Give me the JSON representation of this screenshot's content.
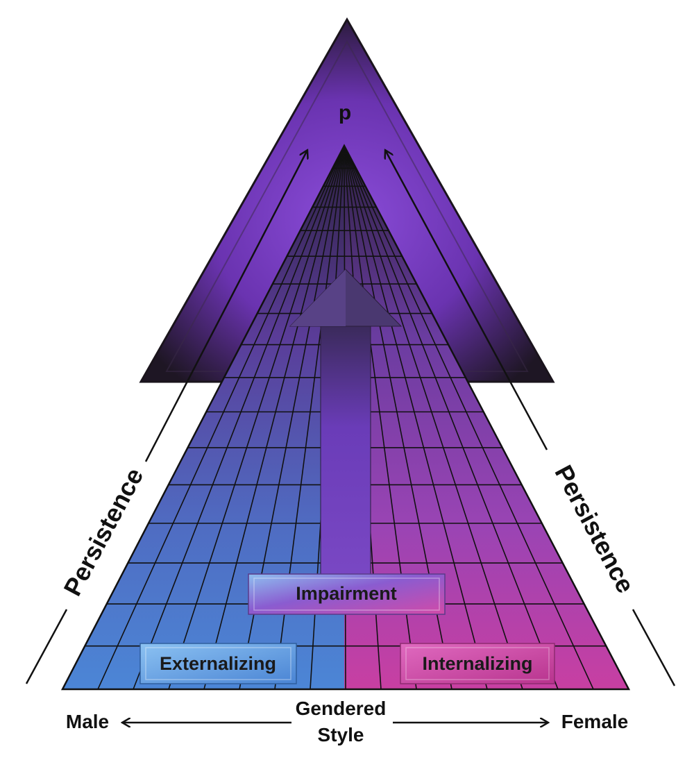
{
  "labels": {
    "apex": "p",
    "persistence_left": "Persistence",
    "persistence_right": "Persistence",
    "impairment": "Impairment",
    "externalizing": "Externalizing",
    "internalizing": "Internalizing",
    "axis_center_line1": "Gendered",
    "axis_center_line2": "Style",
    "axis_left": "Male",
    "axis_right": "Female"
  },
  "colors": {
    "apex_dark": "#2a2030",
    "apex_glow": "#7b3cc9",
    "grid_top": "#3a2a55",
    "male_blue": "#4a7fcf",
    "female_magenta": "#c23ea0",
    "box_blue": "#6aa6e6",
    "box_magenta": "#c93c9c",
    "text": "#1a1a1a"
  }
}
